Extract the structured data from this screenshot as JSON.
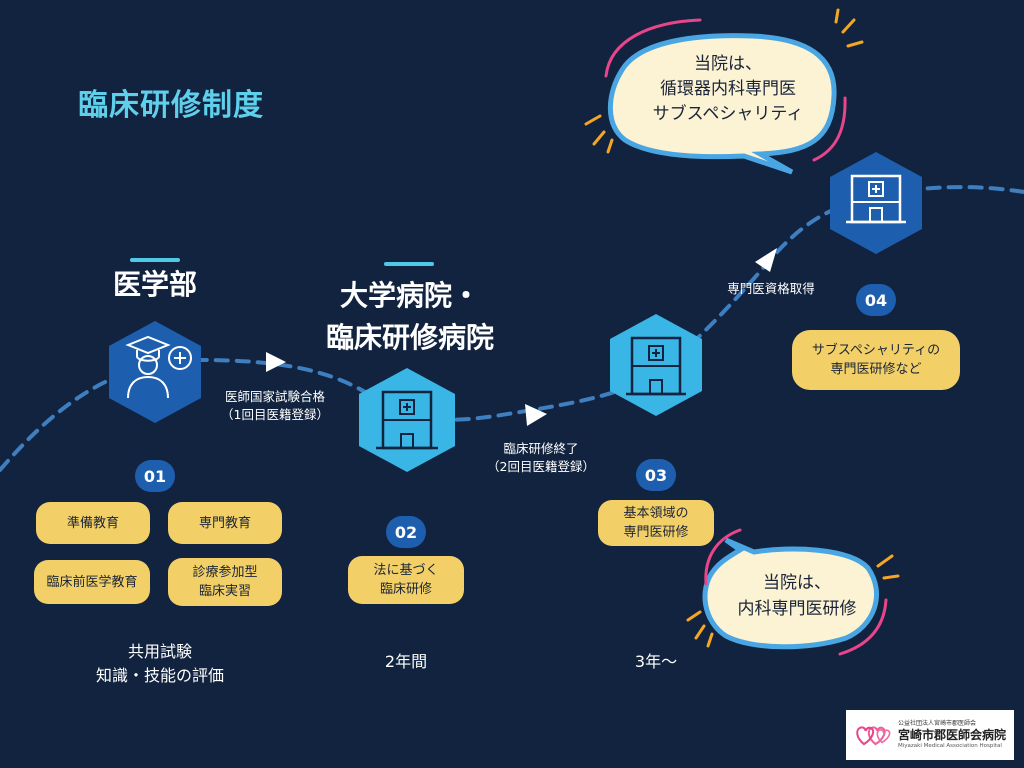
{
  "title": "臨床研修制度",
  "stages": [
    {
      "number": "01",
      "title_lines": [
        "医学部"
      ],
      "pills": [
        "準備教育",
        "専門教育",
        "臨床前医学教育",
        "診療参加型\n臨床実習"
      ],
      "bottom_lines": [
        "共用試験",
        "知識・技能の評価"
      ]
    },
    {
      "number": "02",
      "title_lines": [
        "大学病院・",
        "臨床研修病院"
      ],
      "pills": [
        "法に基づく\n臨床研修"
      ],
      "bottom_lines": [
        "2年間"
      ]
    },
    {
      "number": "03",
      "pills": [
        "基本領域の\n専門医研修"
      ],
      "bottom_lines": [
        "3年〜"
      ]
    },
    {
      "number": "04",
      "pills": [
        "サブスペシャリティの\n専門医研修など"
      ]
    }
  ],
  "transitions": [
    {
      "lines": [
        "医師国家試験合格",
        "（1回目医籍登録）"
      ]
    },
    {
      "lines": [
        "臨床研修終了",
        "（2回目医籍登録）"
      ]
    },
    {
      "lines": [
        "専門医資格取得"
      ]
    }
  ],
  "bubbles": [
    {
      "lines": [
        "当院は、",
        "循環器内科専門医",
        "サブスペシャリティ"
      ]
    },
    {
      "lines": [
        "当院は、",
        "内科専門医研修"
      ]
    }
  ],
  "logo": {
    "small": "公益社団法人宮崎市郡医師会",
    "name": "宮崎市郡医師会病院",
    "english": "Miyazaki Medical Association Hospital"
  },
  "colors": {
    "background": "#12233f",
    "title": "#5fd0ec",
    "hexagon_blue": "#1d5fae",
    "hexagon_cyan": "#39b6e6",
    "pill": "#f2d067",
    "bubble_fill": "#fbf3d4",
    "bubble_outline": "#4aa6e2",
    "accent_pink": "#e8458b",
    "accent_orange": "#f5a623",
    "path": "#3f7fc0"
  },
  "icons": [
    "graduate-doctor-icon",
    "hospital-building-icon",
    "arrow-icon"
  ]
}
